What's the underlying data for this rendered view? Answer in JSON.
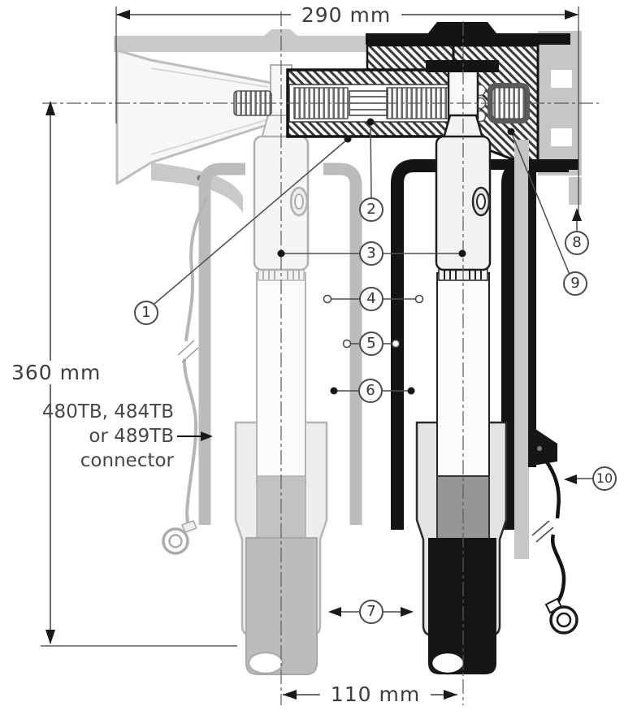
{
  "diagram": {
    "dimensions": {
      "overall_width": "290 mm",
      "overall_height": "360 mm",
      "cable_spacing": "110 mm"
    },
    "note": {
      "line1": "480TB, 484TB",
      "line2": "or 489TB",
      "line3": "connector"
    },
    "callouts": [
      "1",
      "2",
      "3",
      "4",
      "5",
      "6",
      "7",
      "8",
      "9",
      "10"
    ],
    "colors": {
      "outline_dark": "#1a1a1a",
      "ghost_gray": "#bcbcbc",
      "band_gray": "#c9c9c9",
      "cable_gray": "#b3b3b3",
      "text": "#3d3d3d"
    }
  }
}
